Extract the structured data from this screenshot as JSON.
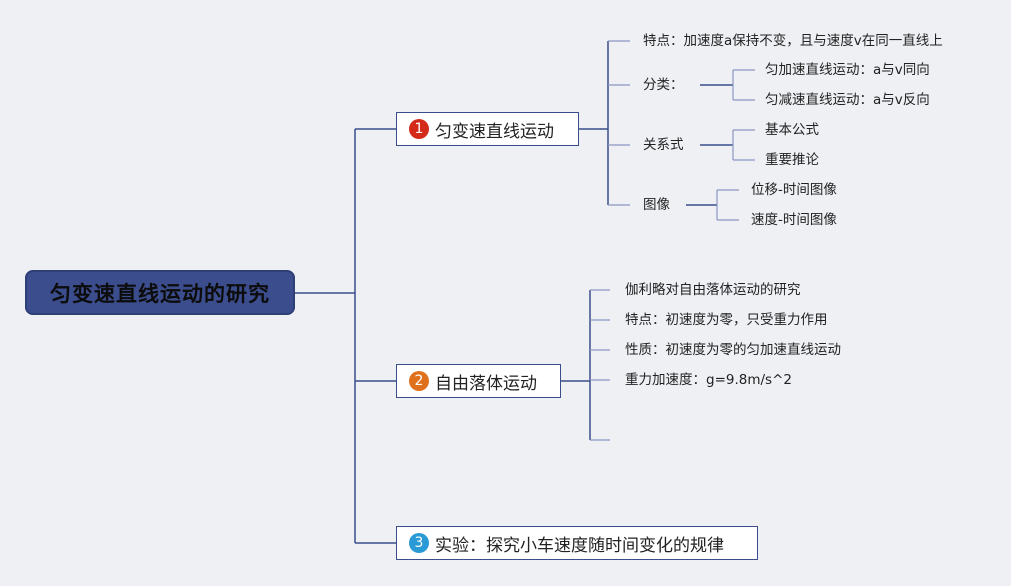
{
  "root": {
    "title": "匀变速直线运动的研究"
  },
  "branches": [
    {
      "num": "1",
      "color": "#d42a1a",
      "label": "匀变速直线运动",
      "children": [
        {
          "label": "特点：加速度a保持不变，且与速度v在同一直线上"
        },
        {
          "label": "分类：",
          "children": [
            "匀加速直线运动：a与v同向",
            "匀减速直线运动：a与v反向"
          ]
        },
        {
          "label": "关系式",
          "children": [
            "基本公式",
            "重要推论"
          ]
        },
        {
          "label": "图像",
          "children": [
            "位移-时间图像",
            "速度-时间图像"
          ]
        }
      ]
    },
    {
      "num": "2",
      "color": "#e0711c",
      "label": "自由落体运动",
      "children": [
        {
          "label": "伽利略对自由落体运动的研究"
        },
        {
          "label": "特点：初速度为零，只受重力作用"
        },
        {
          "label": "性质：初速度为零的匀加速直线运动"
        },
        {
          "label": "重力加速度：g=9.8m/s^2"
        },
        {
          "label": ""
        }
      ]
    },
    {
      "num": "3",
      "color": "#2a9ad6",
      "label": "实验：探究小车速度随时间变化的规律"
    }
  ]
}
